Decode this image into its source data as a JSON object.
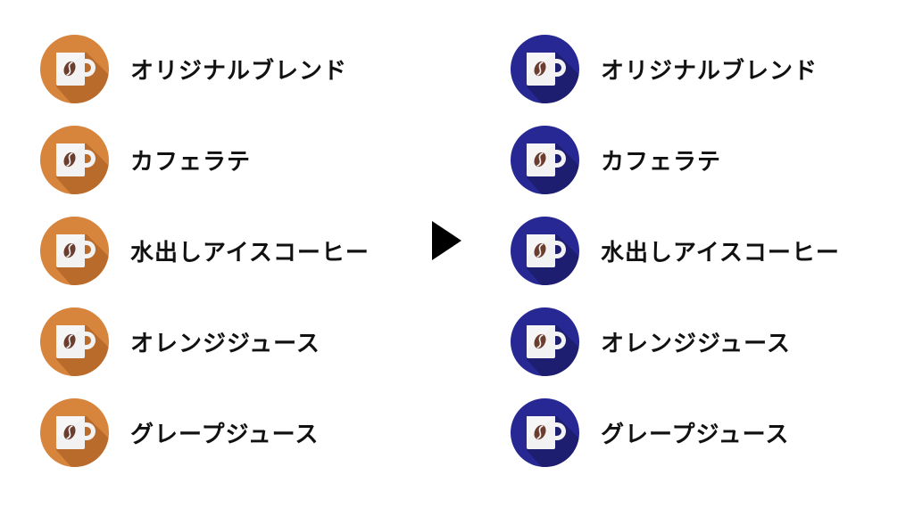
{
  "colors": {
    "before_circle": "#d7843c",
    "before_shadow": "#b96b2b",
    "after_circle": "#272893",
    "after_shadow": "#1d1e70",
    "cup": "#f2f2f2",
    "bean": "#6b3d2e"
  },
  "arrow": {
    "icon": "triangle-right-icon"
  },
  "before": {
    "icon": "coffee-cup-icon",
    "items": [
      {
        "label": "オリジナルブレンド"
      },
      {
        "label": "カフェラテ"
      },
      {
        "label": "水出しアイスコーヒー"
      },
      {
        "label": "オレンジジュース"
      },
      {
        "label": "グレープジュース"
      }
    ]
  },
  "after": {
    "icon": "coffee-cup-icon",
    "items": [
      {
        "label": "オリジナルブレンド"
      },
      {
        "label": "カフェラテ"
      },
      {
        "label": "水出しアイスコーヒー"
      },
      {
        "label": "オレンジジュース"
      },
      {
        "label": "グレープジュース"
      }
    ]
  }
}
